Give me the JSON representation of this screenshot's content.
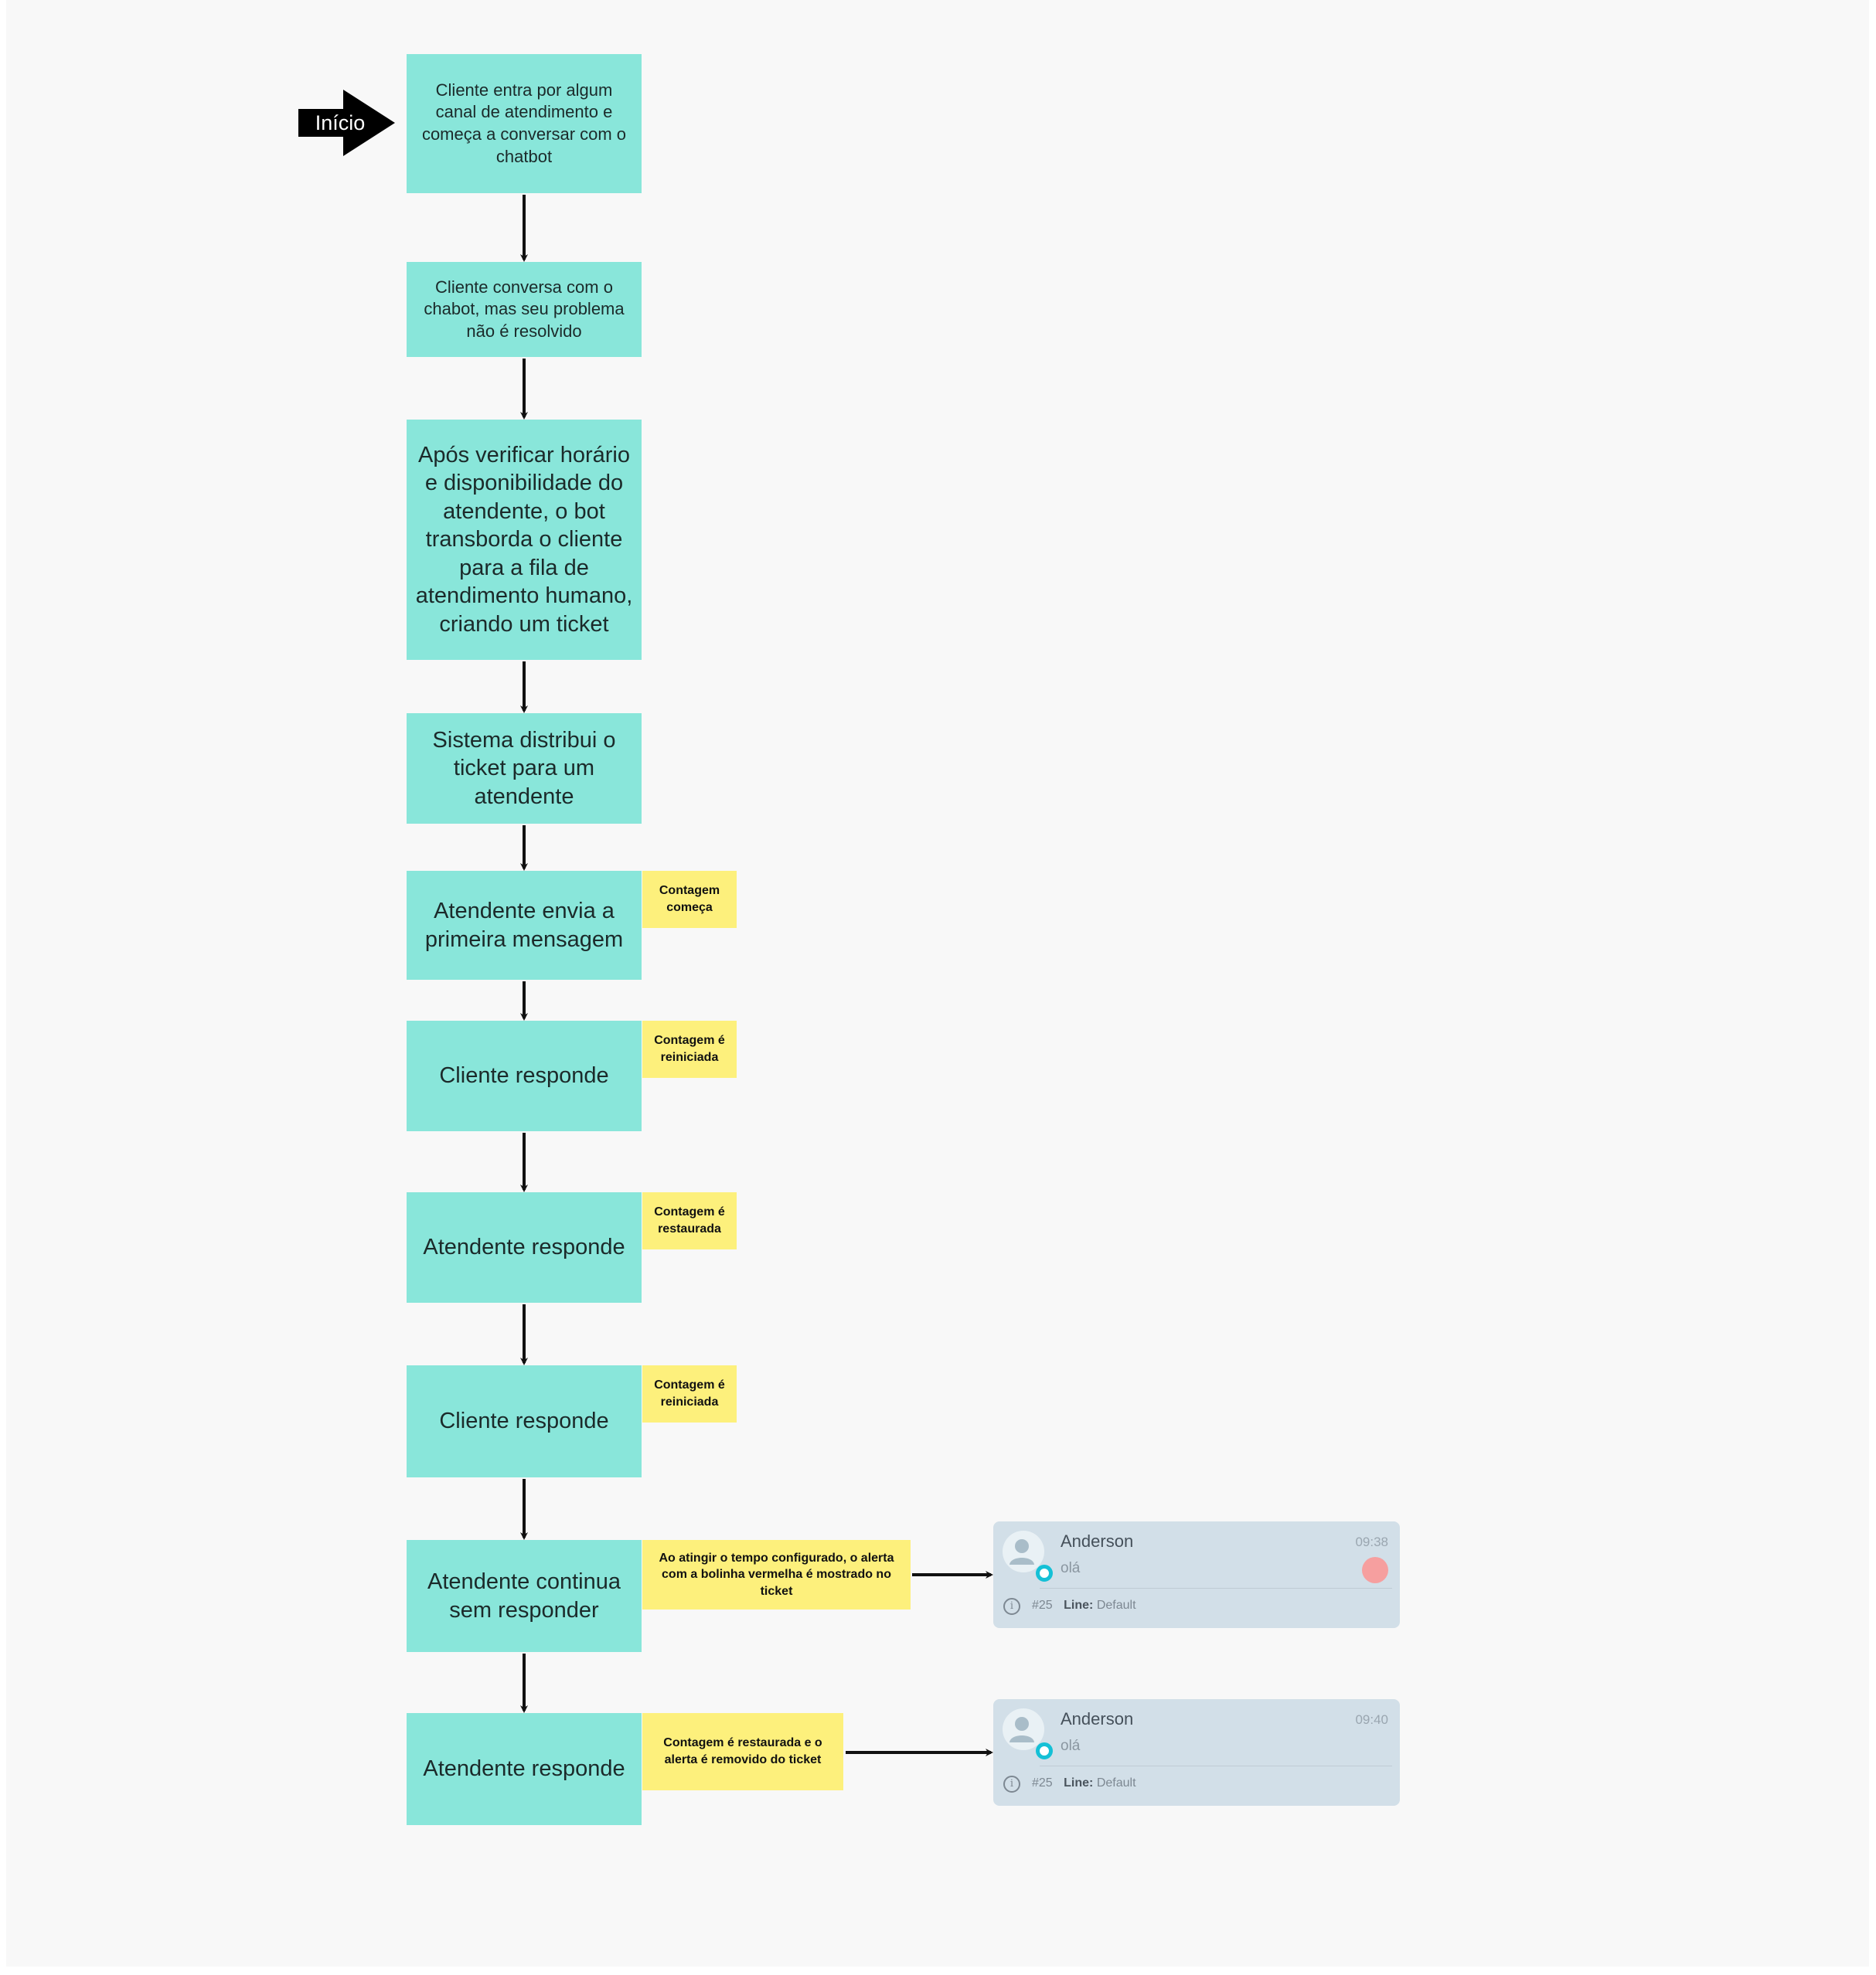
{
  "start": {
    "label": "Início"
  },
  "steps": [
    "Cliente entra por algum canal de atendimento e começa a conversar com o chatbot",
    "Cliente conversa com o chabot, mas seu problema não é resolvido",
    "Após verificar horário e disponibilidade do atendente, o bot transborda o cliente para a fila de atendimento humano, criando um ticket",
    "Sistema distribui o ticket para um atendente",
    "Atendente envia a primeira mensagem",
    "Cliente responde",
    "Atendente responde",
    "Cliente responde",
    "Atendente continua sem responder",
    "Atendente responde"
  ],
  "notes": [
    "Contagem começa",
    "Contagem é reiniciada",
    "Contagem é restaurada",
    "Contagem é reiniciada",
    "Ao atingir o tempo configurado, o alerta com a bolinha vermelha é mostrado no ticket",
    "Contagem é restaurada e o alerta é removido do ticket"
  ],
  "tickets": [
    {
      "name": "Anderson",
      "time": "09:38",
      "message": "olá",
      "id": "#25",
      "line_label": "Line:",
      "line_value": "Default",
      "alert": true,
      "alert_color": "#f69f9f"
    },
    {
      "name": "Anderson",
      "time": "09:40",
      "message": "olá",
      "id": "#25",
      "line_label": "Line:",
      "line_value": "Default",
      "alert": false
    }
  ],
  "colors": {
    "step": "#89e6da",
    "note": "#fdf07c",
    "ticket": "#d2dfe8",
    "status_ring": "#14c0d6",
    "arrow": "#111111"
  }
}
